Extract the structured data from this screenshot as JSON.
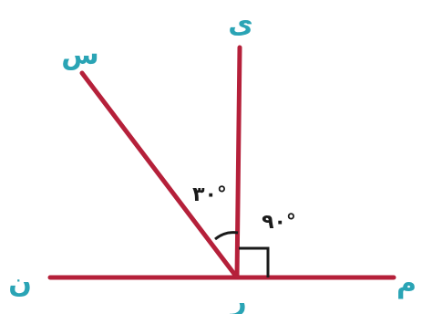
{
  "colors": {
    "line": "#b5203a",
    "point_label": "#2aa4b5",
    "angle_label": "#1a1a1a",
    "background": "#ffffff"
  },
  "points": {
    "left": "ن",
    "right": "م",
    "vertex": "ر",
    "top": "ی",
    "upper_left": "س"
  },
  "angles": {
    "small": "۳۰°",
    "right": "۹۰°"
  }
}
